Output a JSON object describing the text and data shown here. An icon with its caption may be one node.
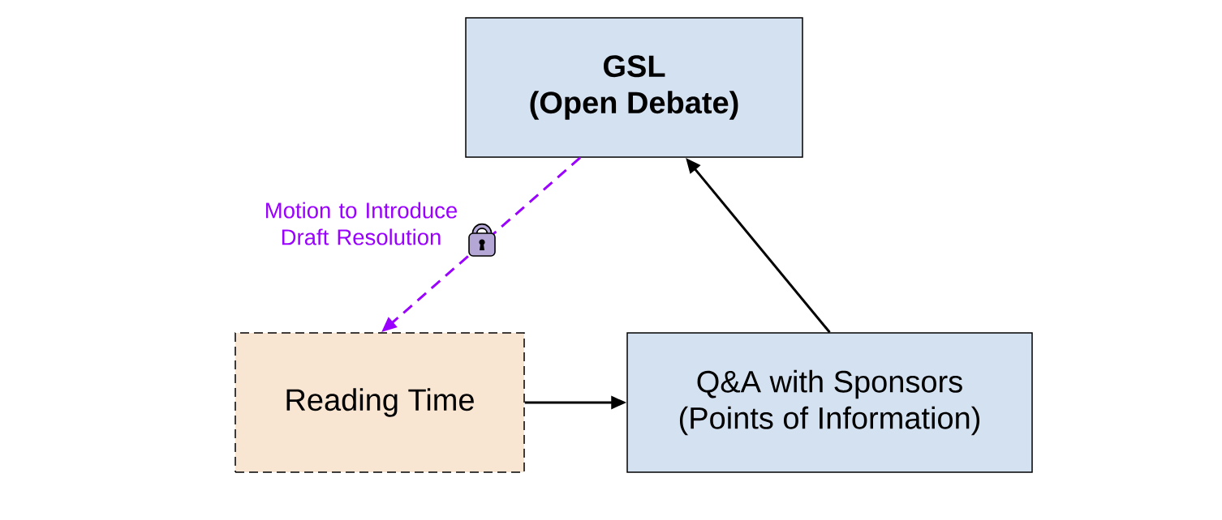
{
  "diagram": {
    "nodes": [
      {
        "text": [
          "GSL",
          "(Open Debate)"
        ]
      },
      {
        "text": [
          "Reading Time"
        ]
      },
      {
        "text": [
          "Q&A with Sponsors",
          "(Points of Information)"
        ]
      }
    ],
    "edges": [
      {
        "from": 0,
        "to": 1,
        "arrow": "to",
        "label": "Motion to Introduce Draft Resolution",
        "style": "dashed",
        "color": "#9900ff"
      },
      {
        "from": 1,
        "to": 2,
        "arrow": "to"
      },
      {
        "from": 2,
        "to": 0,
        "arrow": "to"
      }
    ]
  }
}
